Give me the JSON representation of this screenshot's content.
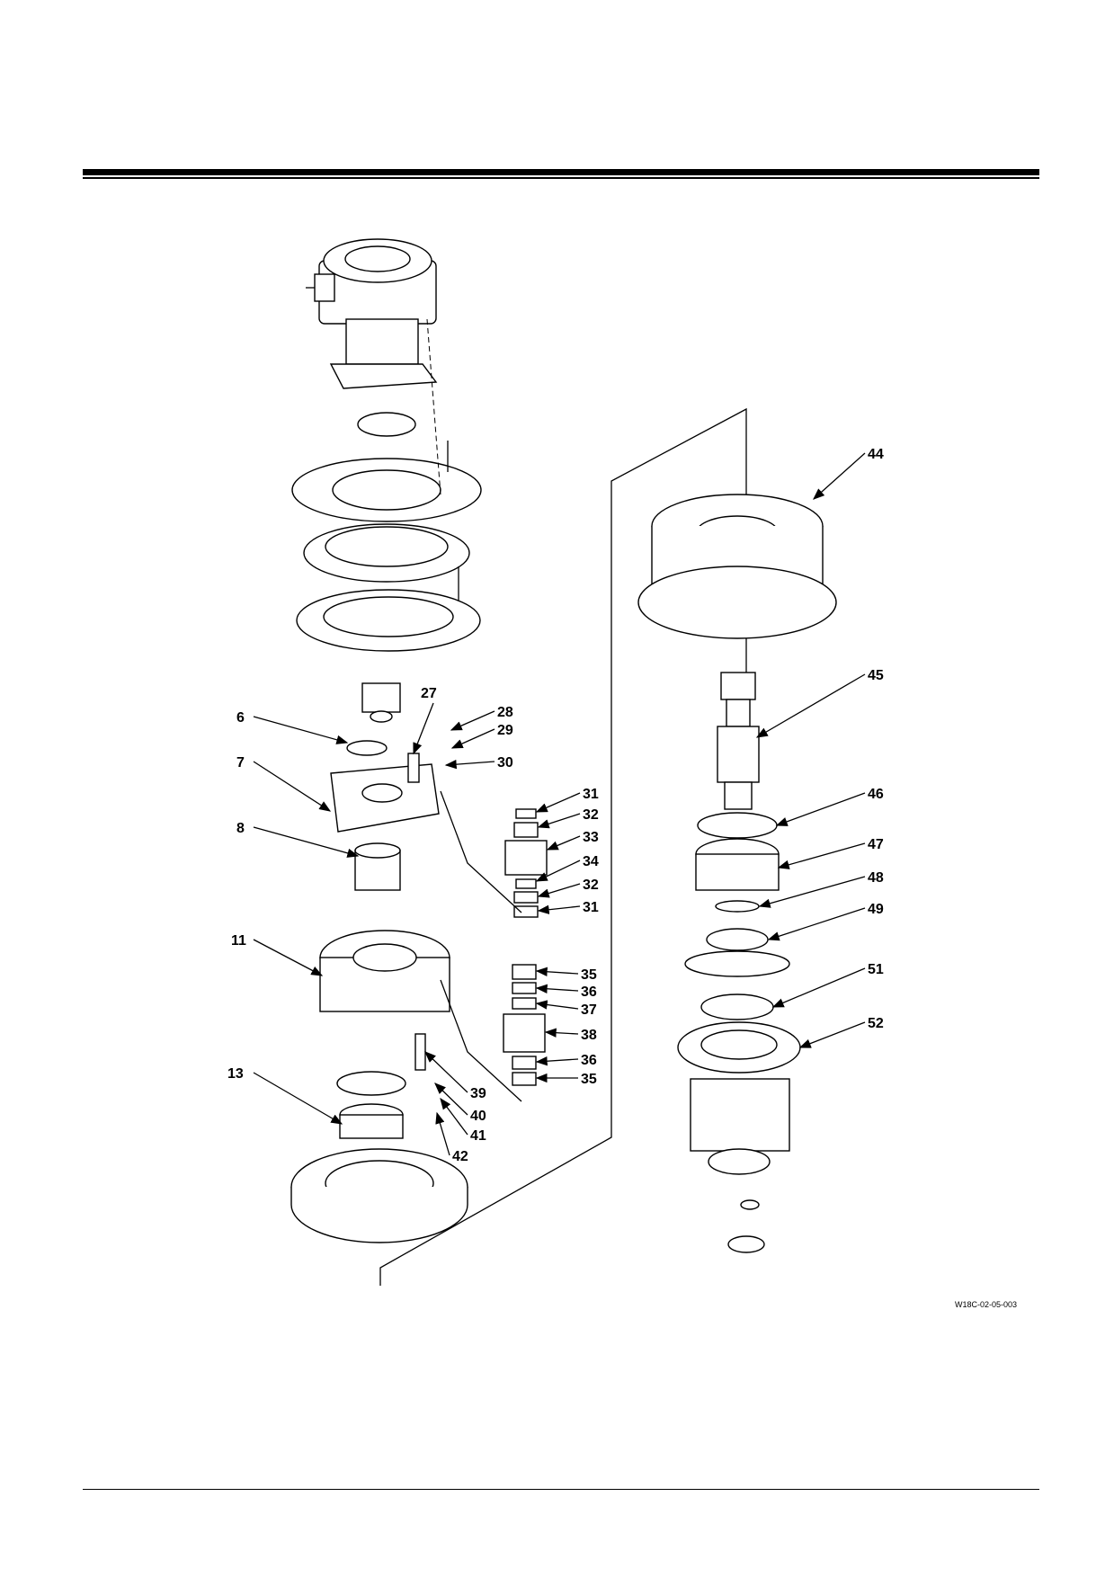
{
  "drawing_code": "W18C-02-05-003",
  "callouts": [
    "6",
    "7",
    "8",
    "11",
    "13",
    "27",
    "28",
    "29",
    "30",
    "31",
    "32",
    "33",
    "34",
    "32",
    "31",
    "35",
    "36",
    "37",
    "38",
    "36",
    "35",
    "39",
    "40",
    "41",
    "42",
    "44",
    "45",
    "46",
    "47",
    "48",
    "49",
    "51",
    "52"
  ],
  "icons": [
    "arrow-pointer"
  ]
}
